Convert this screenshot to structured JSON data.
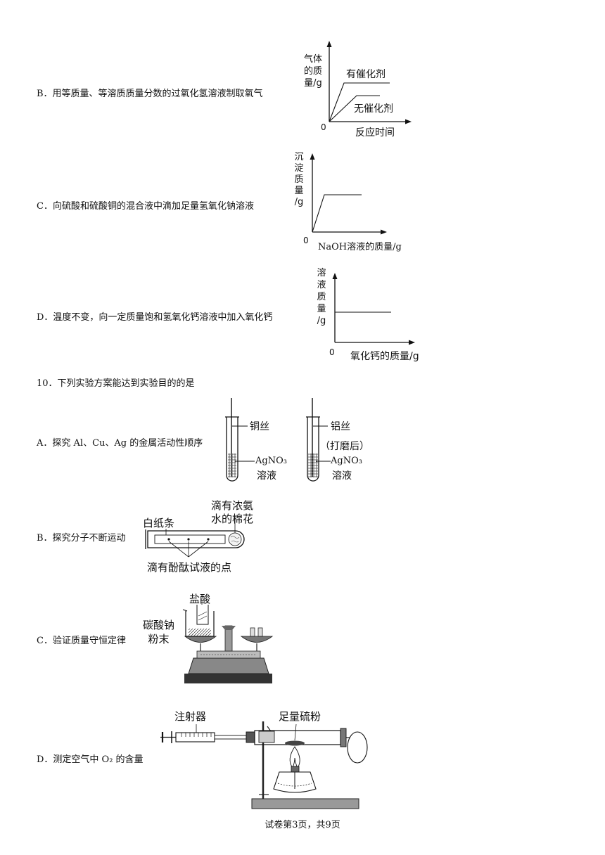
{
  "q9": {
    "B": {
      "text": "B．用等质量、等溶质质量分数的过氧化氢溶液制取氧气",
      "ylabel_lines": [
        "气体",
        "的质",
        "量/g"
      ],
      "origin": "0",
      "xlabel": "反应时间",
      "curve_labels": [
        "有催化剂",
        "无催化剂"
      ]
    },
    "C": {
      "text": "C．向硫酸和硫酸铜的混合液中滴加足量氢氧化钠溶液",
      "ylabel_lines": [
        "沉",
        "淀",
        "质",
        "量",
        "/g"
      ],
      "origin": "0",
      "xlabel": "NaOH溶液的质量/g"
    },
    "D": {
      "text": "D．温度不变，向一定质量饱和氢氧化钙溶液中加入氧化钙",
      "ylabel_lines": [
        "溶",
        "液",
        "质",
        "量",
        "/g"
      ],
      "origin": "0",
      "xlabel": "氧化钙的质量/g"
    }
  },
  "q10": {
    "stem": "10．下列实验方案能达到实验目的的是",
    "A": {
      "text": "A．探究 Al、Cu、Ag 的金属活动性顺序",
      "tube1_wire": "铜丝",
      "tube1_solution": [
        "AgNO₃",
        "溶液"
      ],
      "tube2_wire": "铝丝",
      "tube2_note": "（打磨后）",
      "tube2_solution": [
        "AgNO₃",
        "溶液"
      ]
    },
    "B": {
      "text": "B．探究分子不断运动",
      "label_paper": "白纸条",
      "label_cotton": [
        "滴有浓氨",
        "水的棉花"
      ],
      "label_dots": "滴有酚酞试液的点"
    },
    "C": {
      "text": "C．验证质量守恒定律",
      "label_acid": "盐酸",
      "label_powder": [
        "碳酸钠",
        "粉末"
      ]
    },
    "D": {
      "text": "D．测定空气中 O₂ 的含量",
      "label_syringe": "注射器",
      "label_sulfur": "足量硫粉"
    }
  },
  "footer": "试卷第3页，共9页"
}
